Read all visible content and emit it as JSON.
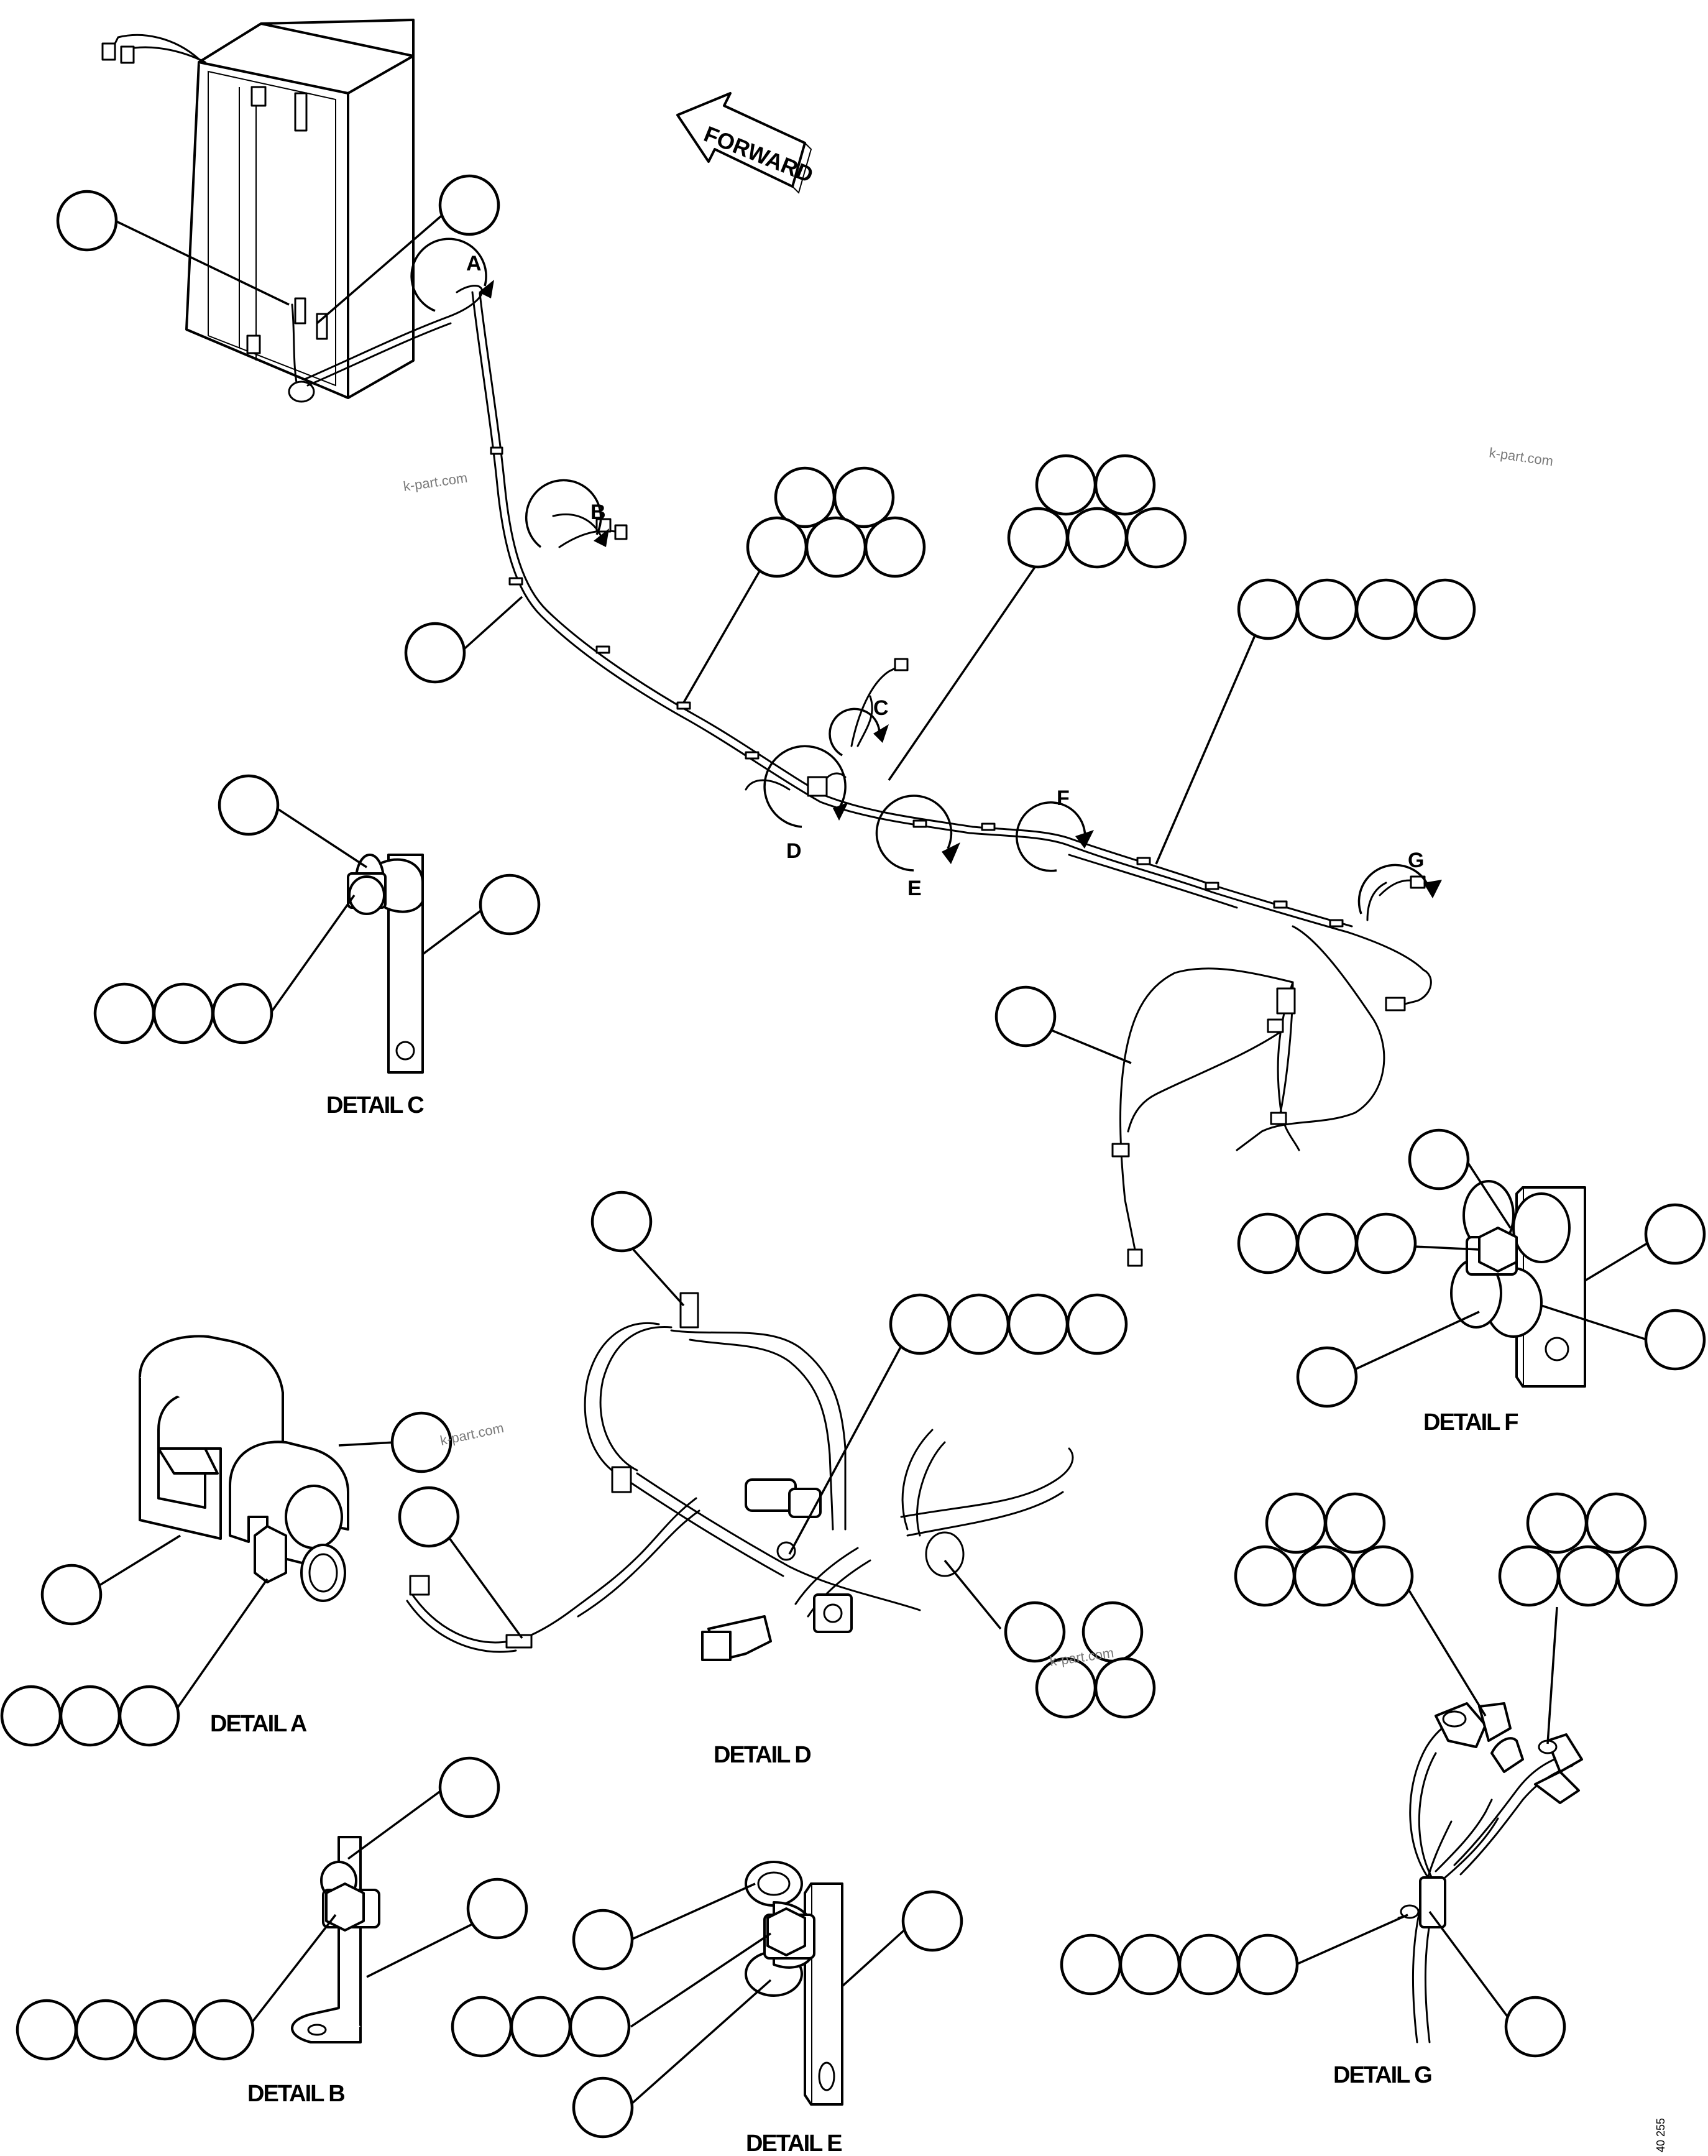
{
  "forward_arrow": {
    "label": "FORWARD"
  },
  "view_markers": [
    "A",
    "B",
    "C",
    "D",
    "E",
    "F",
    "G"
  ],
  "detail_labels": {
    "a": "DETAIL A",
    "b": "DETAIL B",
    "c": "DETAIL C",
    "d": "DETAIL D",
    "e": "DETAIL E",
    "f": "DETAIL F",
    "g": "DETAIL G"
  },
  "watermarks": [
    "k-part.com",
    "k-part.com",
    "k-part.com",
    "k-part.com"
  ],
  "drawing_code": "40 255"
}
